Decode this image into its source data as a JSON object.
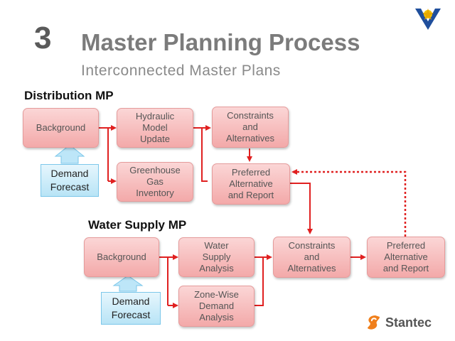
{
  "slide": {
    "number": "3",
    "title": "Master Planning Process",
    "subtitle": "Interconnected Master Plans"
  },
  "distribution": {
    "heading": "Distribution MP",
    "background": "Background",
    "hydraulic": "Hydraulic\nModel\nUpdate",
    "constraints": "Constraints\nand\nAlternatives",
    "greenhouse": "Greenhouse\nGas\nInventory",
    "preferred": "Preferred\nAlternative\nand Report",
    "demand": "Demand\nForecast"
  },
  "water_supply": {
    "heading": "Water Supply MP",
    "background": "Background",
    "supply_analysis": "Water\nSupply\nAnalysis",
    "zone_wise": "Zone-Wise\nDemand\nAnalysis",
    "constraints": "Constraints\nand\nAlternatives",
    "preferred": "Preferred\nAlternative\nand Report",
    "demand": "Demand\nForecast"
  },
  "logo": {
    "company": "Stantec"
  },
  "colors": {
    "arrow": "#e02020",
    "box_fill": "#f6b9b9",
    "demand_fill": "#c9ebf9"
  }
}
